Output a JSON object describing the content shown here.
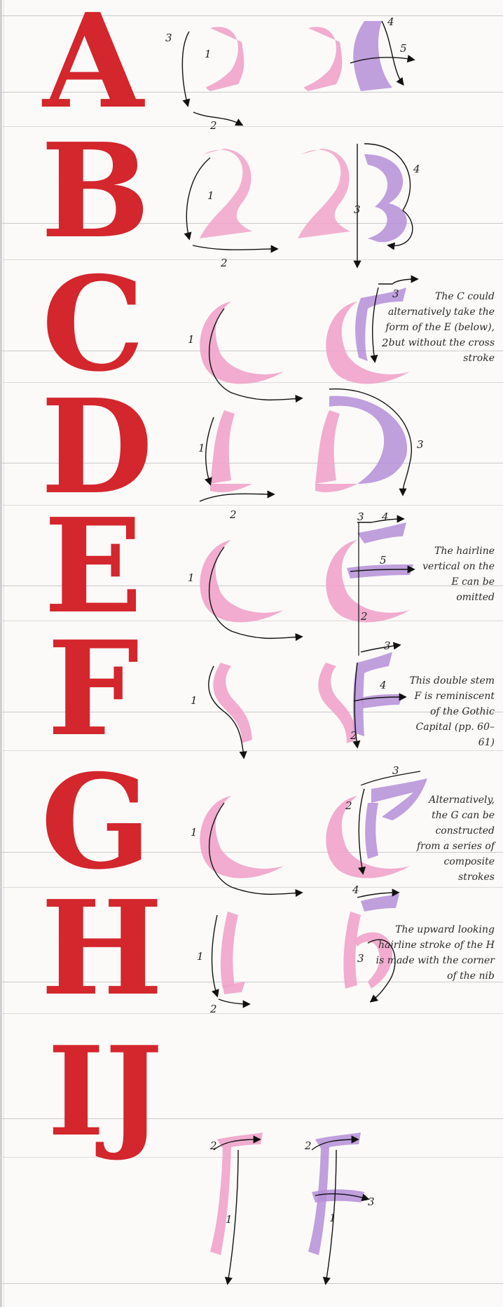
{
  "rows": [
    {
      "letter": "A"
    },
    {
      "letter": "B"
    },
    {
      "letter": "C",
      "note": "The C could alternatively take the form of the E (below), but without the cross stroke"
    },
    {
      "letter": "D"
    },
    {
      "letter": "E",
      "note": "The hairline vertical on the E can be omitted"
    },
    {
      "letter": "F",
      "note": "This double stem F is reminiscent of the Gothic Capital (pp. 60–61)"
    },
    {
      "letter": "G",
      "note": "Alternatively, the G can be constructed from a series of composite strokes"
    },
    {
      "letter": "H",
      "note": "The upward looking hairline stroke of the H is made with the corner of the nib"
    },
    {
      "letter": "IJ"
    }
  ],
  "numbers": [
    "1",
    "2",
    "3",
    "4",
    "5"
  ],
  "colors": {
    "red": "#d3262d",
    "pink": "#ef9cc6",
    "purple": "#b58ed8",
    "rule": "#c9c9cc"
  }
}
